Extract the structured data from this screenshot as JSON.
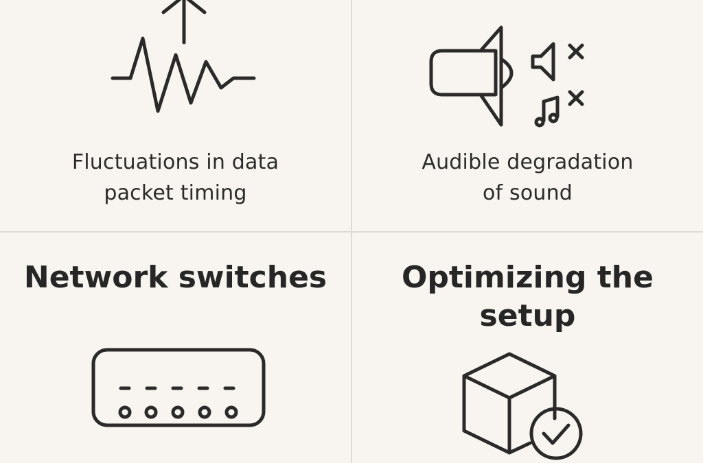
{
  "panels": {
    "jitter": {
      "caption_line1": "Fluctuations in data",
      "caption_line2": "packet timing",
      "icon": "waveform-with-up-arrow-icon"
    },
    "audio": {
      "caption_line1": "Audible degradation",
      "caption_line2": "of sound",
      "icon": "muted-speaker-music-icon"
    },
    "switches": {
      "heading": "Network switches",
      "icon": "network-switch-icon"
    },
    "optimize": {
      "heading_line1": "Optimizing the",
      "heading_line2": "setup",
      "icon": "cube-with-checkmark-icon"
    }
  },
  "colors": {
    "background": "#f8f4ef",
    "ink": "#2a2a2a",
    "divider": "#dedad5"
  }
}
